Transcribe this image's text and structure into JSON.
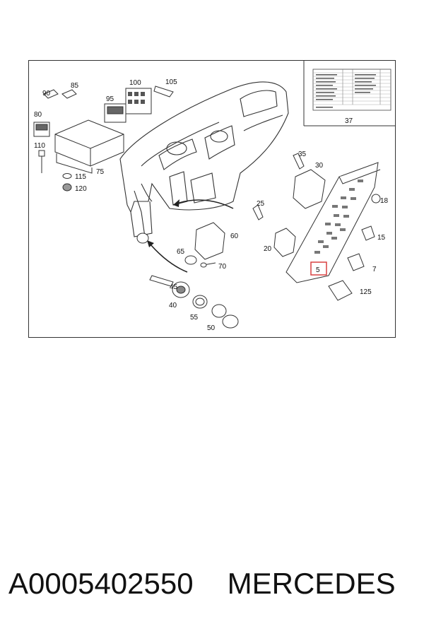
{
  "diagram": {
    "callouts": {
      "c5": "5",
      "c7": "7",
      "c15": "15",
      "c18": "18",
      "c20": "20",
      "c25": "25",
      "c30": "30",
      "c35": "35",
      "c37": "37",
      "c40": "40",
      "c45": "45",
      "c50": "50",
      "c55": "55",
      "c60": "60",
      "c65": "65",
      "c70": "70",
      "c75": "75",
      "c80": "80",
      "c85": "85",
      "c90": "90",
      "c95": "95",
      "c100": "100",
      "c105": "105",
      "c110": "110",
      "c115": "115",
      "c120": "120",
      "c125": "125"
    },
    "highlight_color": "#d94040"
  },
  "caption": {
    "part_number": "A0005402550",
    "manufacturer": "MERCEDES"
  }
}
